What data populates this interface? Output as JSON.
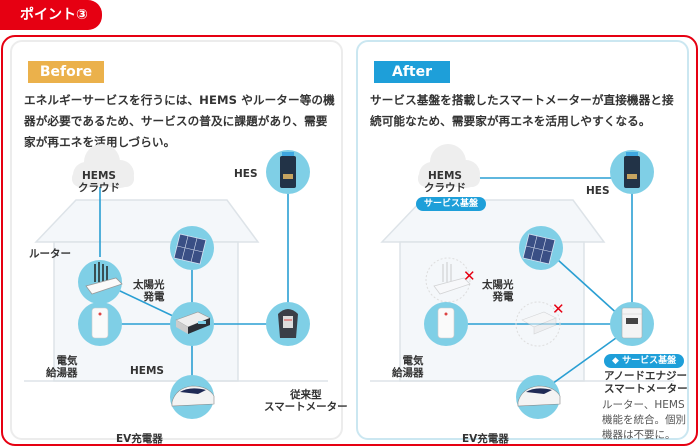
{
  "header": {
    "point_label": "ポイント③"
  },
  "colors": {
    "accent_red": "#e60012",
    "before": "#ebb14b",
    "after": "#1e9fd9",
    "node": "#7fcfe6",
    "line": "#2a9fd3"
  },
  "before": {
    "tag": "Before",
    "description": "エネルギーサービスを行うには、HEMS やルーター等の機器が必要であるため、サービスの普及に課題があり、需要家が再エネを活用しづらい。",
    "labels": {
      "cloud": [
        "HEMS",
        "クラウド"
      ],
      "hes": "HES",
      "router": "ルーター",
      "solar": [
        "太陽光",
        "発電"
      ],
      "water_heater": [
        "電気",
        "給湯器"
      ],
      "hems": "HEMS",
      "meter": [
        "従来型",
        "スマートメーター"
      ],
      "ev": "EV充電器"
    }
  },
  "after": {
    "tag": "After",
    "description": "サービス基盤を搭載したスマートメーターが直接機器と接続可能なため、需要家が再エネを活用しやすくなる。",
    "labels": {
      "cloud": [
        "HEMS",
        "クラウド"
      ],
      "cloud_badge": "サービス基盤",
      "hes": "HES",
      "solar": [
        "太陽光",
        "発電"
      ],
      "water_heater": [
        "電気",
        "給湯器"
      ],
      "meter_badge": "サービス基盤",
      "meter": [
        "アノードエナジー",
        "スマートメーター"
      ],
      "meter_note": [
        "ルーター、HEMS",
        "機能を統合。個別",
        "機器は不要に。"
      ],
      "ev": "EV充電器",
      "removed_mark": "✕"
    }
  }
}
